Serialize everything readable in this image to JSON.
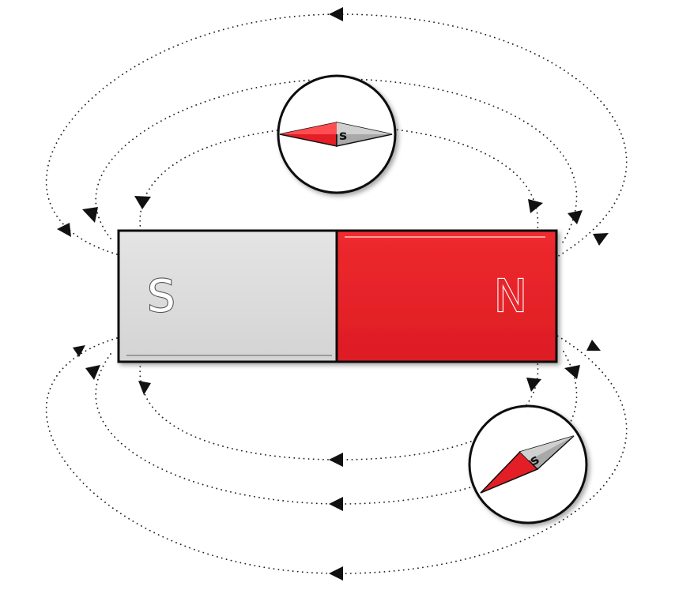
{
  "magnet": {
    "south_label": "S",
    "north_label": "N",
    "south_color": "#dcdcdc",
    "north_color": "#e8242b"
  },
  "compasses": [
    {
      "id": "top",
      "needle_label": "s"
    },
    {
      "id": "bottom",
      "needle_label": "s"
    }
  ],
  "colors": {
    "needle_north": "#e41e26",
    "needle_south": "#a9a9a9",
    "field_line": "#222222",
    "outline": "#111111"
  }
}
